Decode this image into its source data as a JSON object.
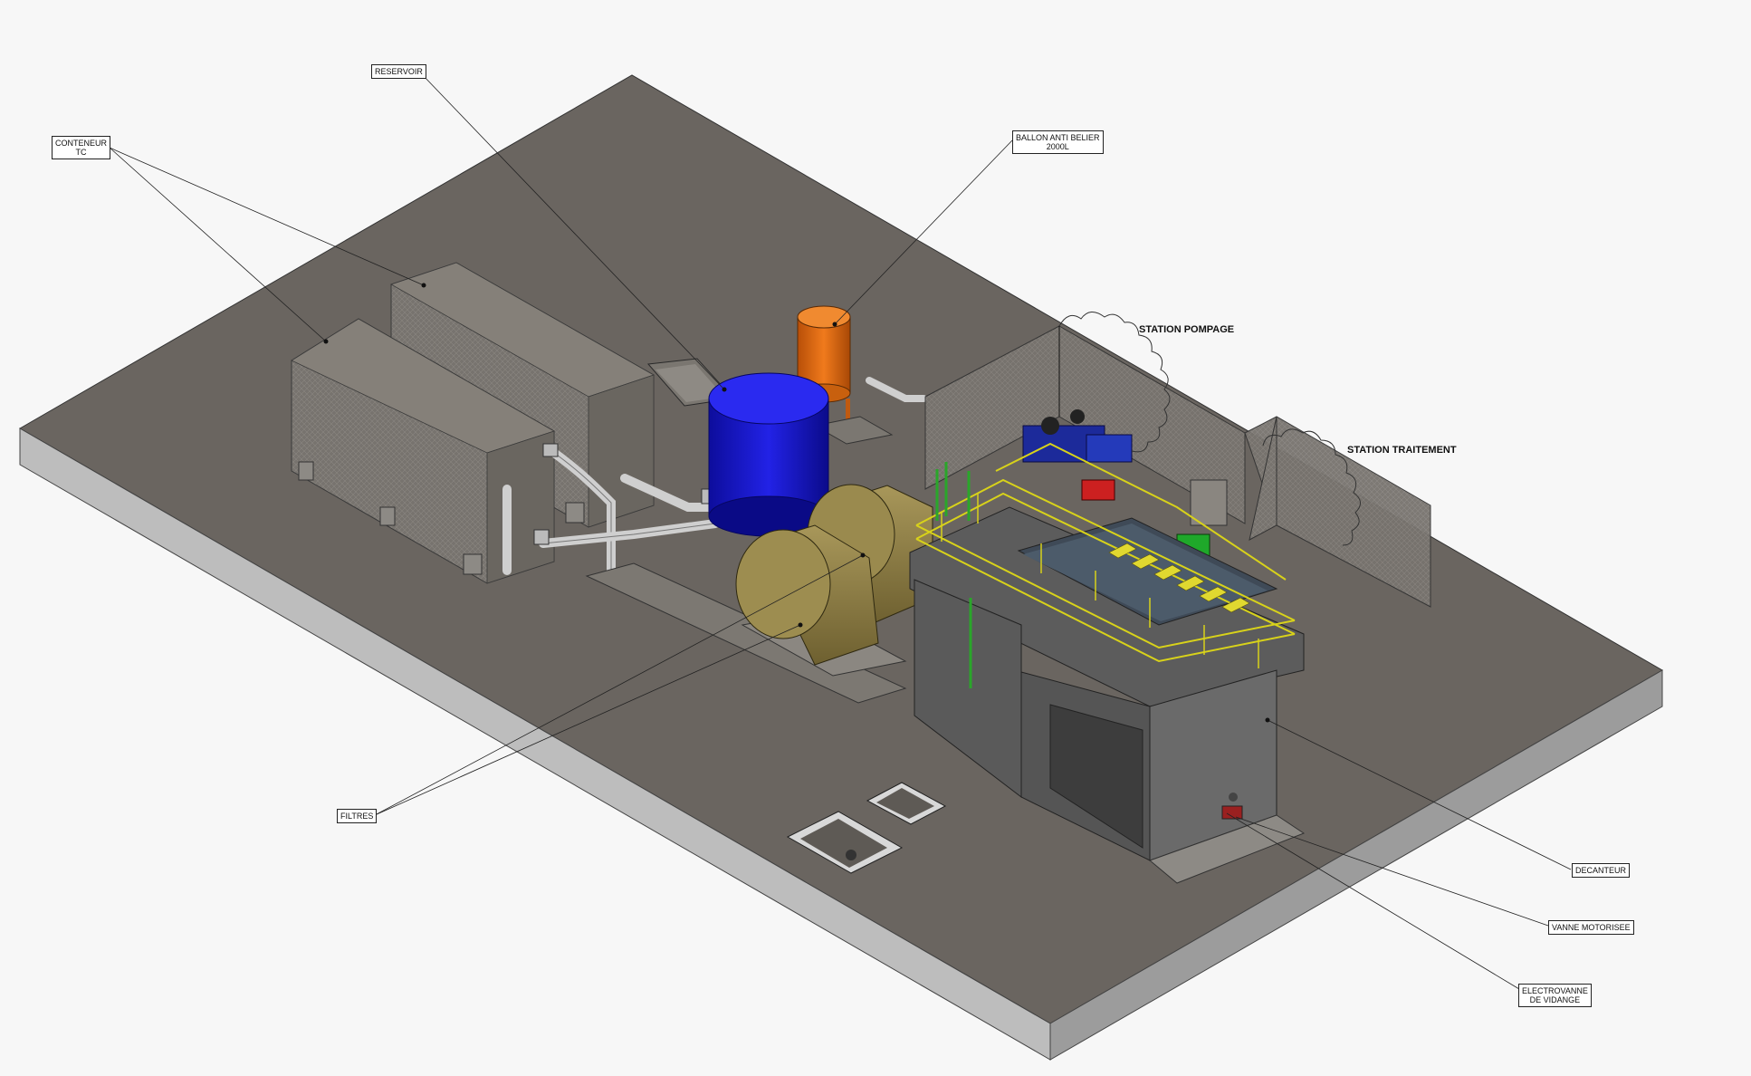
{
  "colors": {
    "background": "#f7f7f7",
    "slab_top": "#6a6560",
    "slab_side": "#b9b9b9",
    "container": "#7a7671",
    "reservoir": "#1a1acf",
    "ballon": "#e06a12",
    "filter": "#8a7a3c",
    "decanteur": "#5c5c5c",
    "railing": "#d8d21a",
    "pump_blue": "#1c2a9a",
    "pump_red": "#cc2020",
    "green_unit": "#1fa82a",
    "pipe": "#c9c9c9"
  },
  "labels": {
    "conteneur": "CONTENEUR TC",
    "reservoir": "RESERVOIR",
    "ballon": "BALLON ANTI BELIER 2000L",
    "station_pompage": "STATION POMPAGE",
    "station_traitement": "STATION TRAITEMENT",
    "filtres": "FILTRES",
    "decanteur": "DECANTEUR",
    "vanne": "VANNE MOTORISEE",
    "electrovanne": "ELECTROVANNE DE VIDANGE"
  },
  "label_lines": {
    "conteneur": [
      "CONTENEUR",
      "TC"
    ],
    "ballon": [
      "BALLON ANTI BELIER",
      "2000L"
    ],
    "electrovanne": [
      "ELECTROVANNE",
      "DE VIDANGE"
    ]
  },
  "icons": [
    "container-icon",
    "tank-icon",
    "pump-icon",
    "valve-icon"
  ]
}
